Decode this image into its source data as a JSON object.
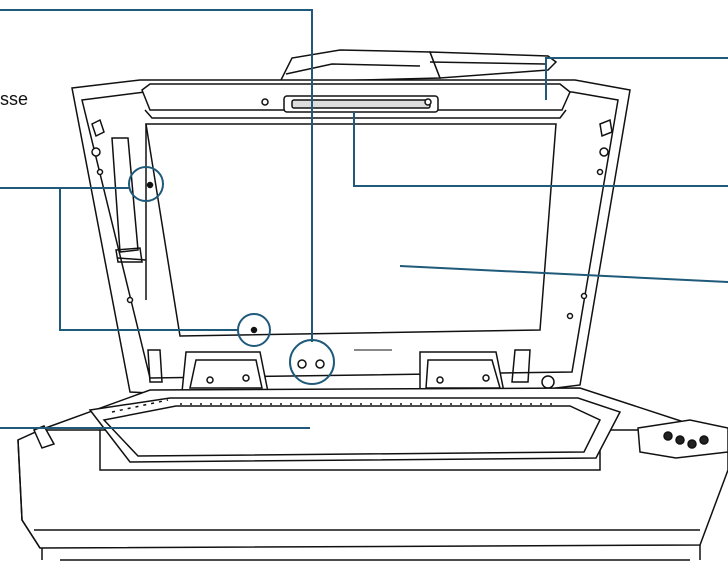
{
  "figure": {
    "type": "scanner-flatbed-open-lid-diagram",
    "callout_color": "#1f5a7a",
    "line_color": "#111111",
    "visible_label_text": "sse",
    "callouts": [
      {
        "id": "top-left-leader"
      },
      {
        "id": "left-upper-leader"
      },
      {
        "id": "left-lower-leader"
      },
      {
        "id": "right-top-leader"
      },
      {
        "id": "right-middle-leader"
      },
      {
        "id": "right-lower-leader"
      }
    ]
  }
}
